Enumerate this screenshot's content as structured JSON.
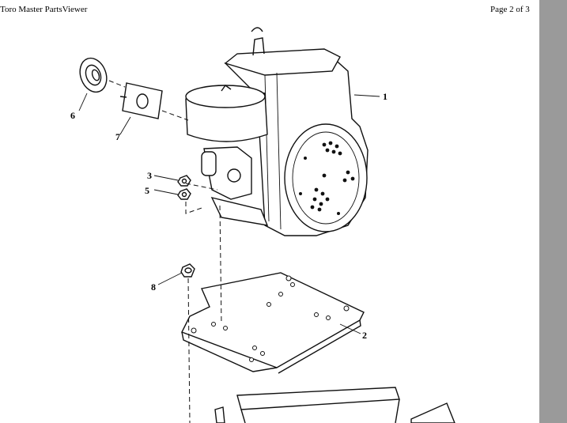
{
  "header": {
    "title": "Toro Master PartsViewer",
    "page_indicator": "Page 2 of 3"
  },
  "callouts": [
    "1",
    "2",
    "3",
    "5",
    "6",
    "7",
    "8"
  ]
}
